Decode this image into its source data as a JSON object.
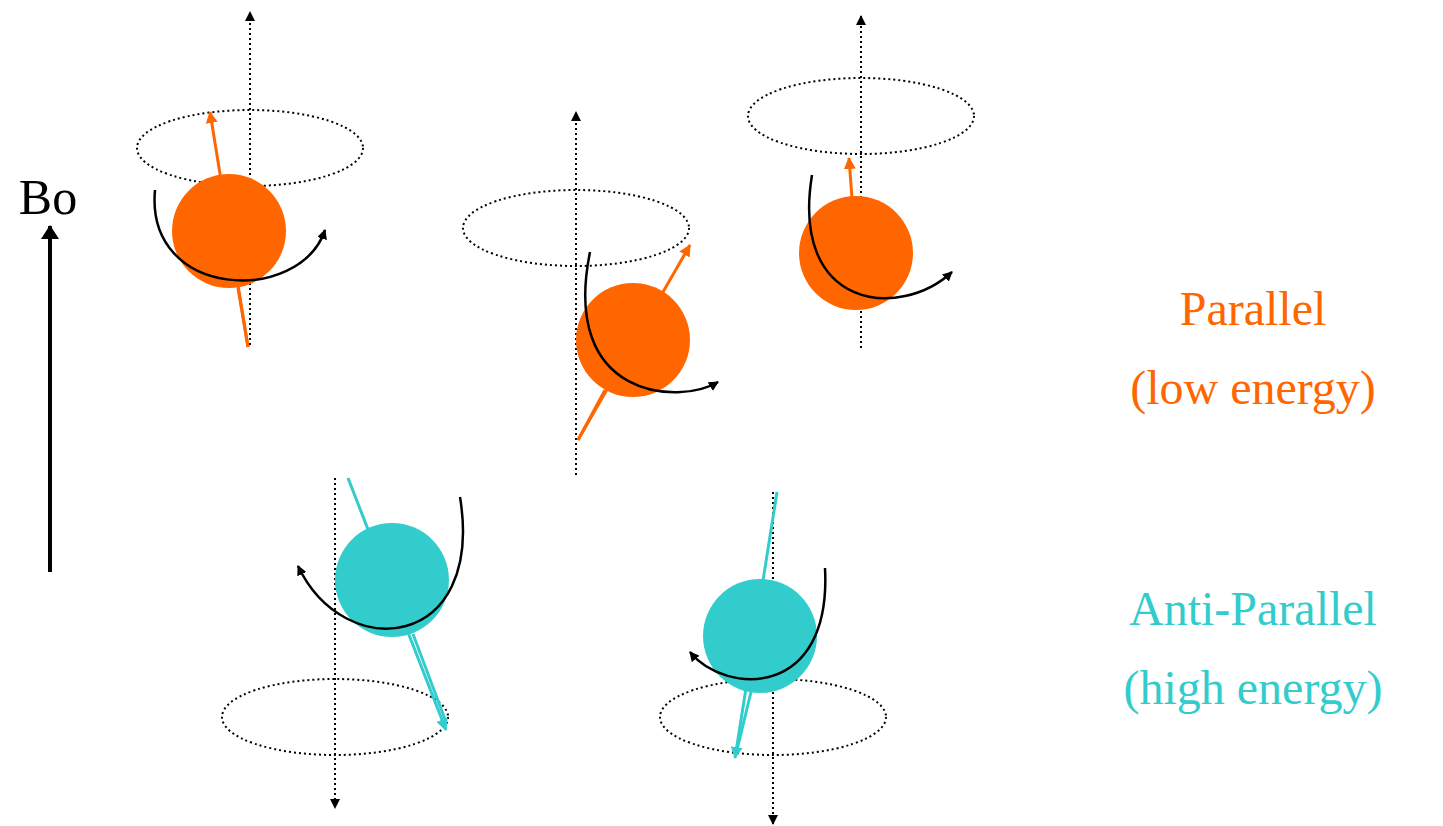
{
  "diagram": {
    "labels": [
      "Bo",
      "Parallel",
      "(low energy)",
      "Anti-Parallel",
      "(high energy)"
    ]
  }
}
